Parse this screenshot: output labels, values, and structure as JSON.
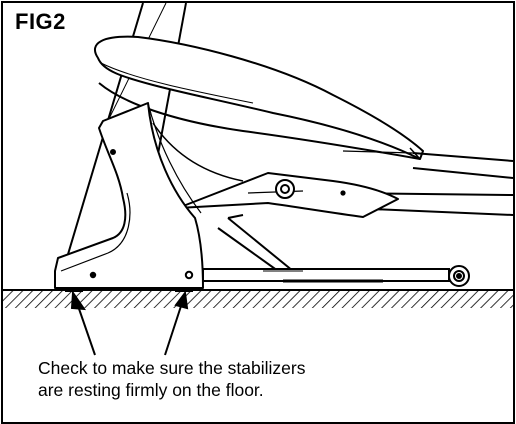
{
  "figure": {
    "label": "FIG2"
  },
  "caption": {
    "line1": "Check to make sure the stabilizers",
    "line2": "are resting firmly on the floor."
  },
  "colors": {
    "ink": "#000000",
    "paper": "#ffffff"
  }
}
